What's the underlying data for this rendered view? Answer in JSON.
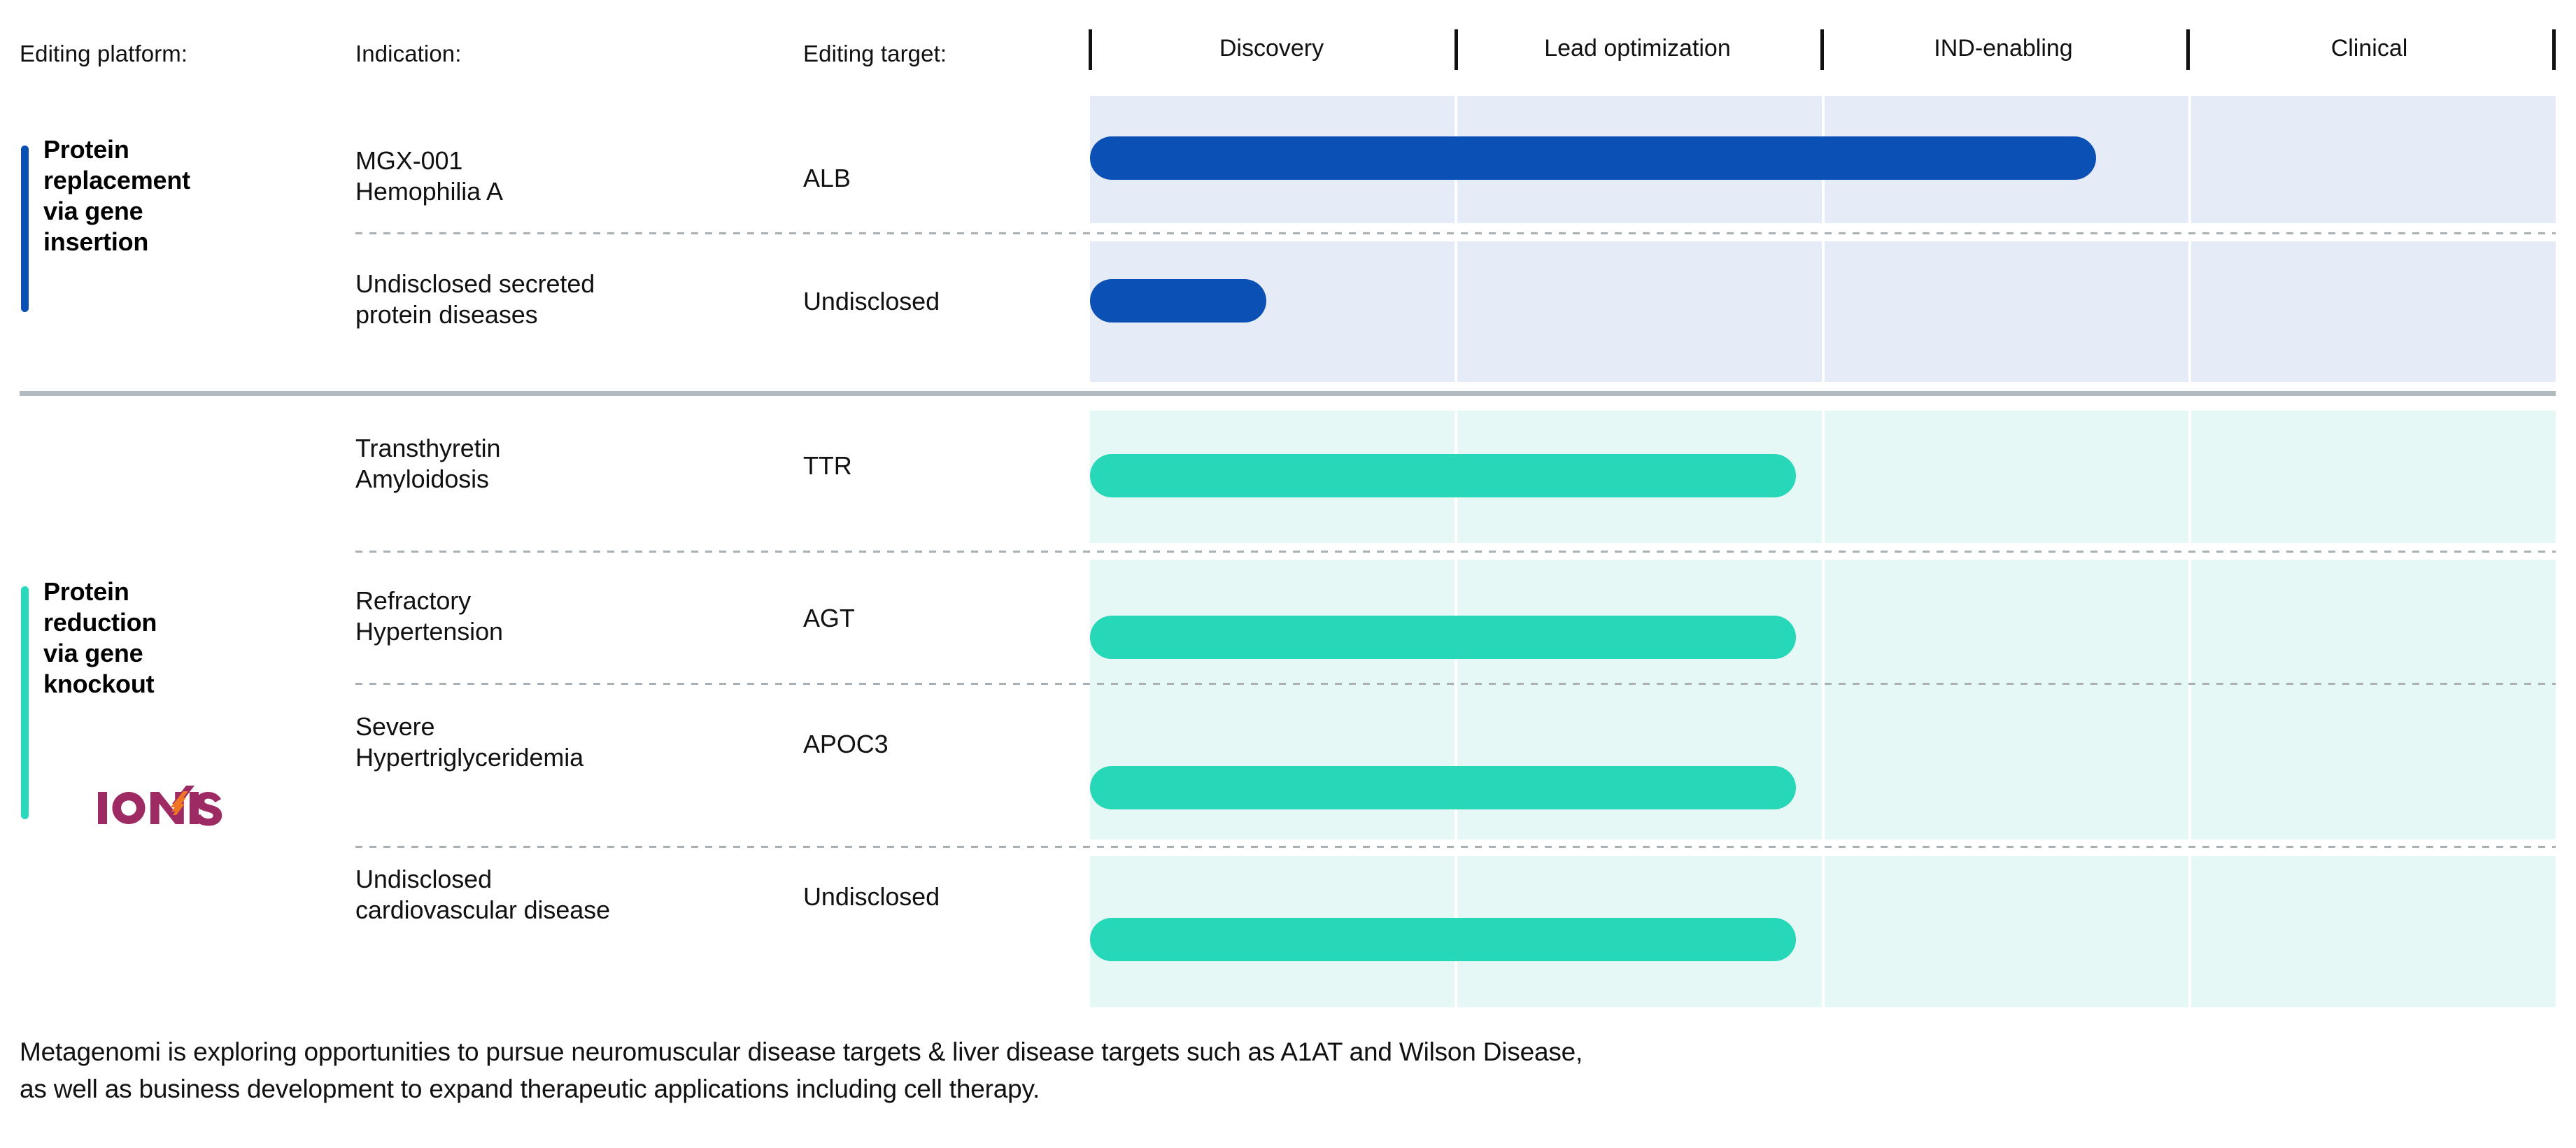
{
  "header": {
    "col_platform": "Editing platform:",
    "col_indication": "Indication:",
    "col_target": "Editing target:"
  },
  "chart_data": {
    "type": "bar",
    "title": "",
    "xlabel": "",
    "ylabel": "",
    "categories": [
      "Discovery",
      "Lead optimization",
      "IND-enabling",
      "Clinical"
    ],
    "phases": [
      {
        "label": "Discovery",
        "index": 0
      },
      {
        "label": "Lead optimization",
        "index": 1
      },
      {
        "label": "IND-enabling",
        "index": 2
      },
      {
        "label": "Clinical",
        "index": 3
      }
    ],
    "xlim": [
      0,
      4
    ],
    "grid": true,
    "legend": "none",
    "platforms": [
      {
        "name": "Protein replacement via gene insertion",
        "accent_color": "#0b51b5",
        "band_color": "#e6ecf7",
        "bar_color": "#0b51b5",
        "programs": [
          {
            "indication": "MGX-001\nHemophilia A",
            "indication_line1": "MGX-001",
            "indication_line2": "Hemophilia A",
            "target": "ALB",
            "progress": 2.74,
            "progress_label": "Through IND-enabling"
          },
          {
            "indication": "Undisclosed secreted protein diseases",
            "indication_line1": "Undisclosed secreted",
            "indication_line2": "protein diseases",
            "target": "Undisclosed",
            "progress": 0.48,
            "progress_label": "Discovery"
          }
        ]
      },
      {
        "name": "Protein reduction via gene knockout",
        "accent_color": "#2ad8bb",
        "band_color": "#e6f8f5",
        "bar_color": "#26d7b8",
        "programs": [
          {
            "indication": "Transthyretin Amyloidosis",
            "indication_line1": "Transthyretin",
            "indication_line2": "Amyloidosis",
            "target": "TTR",
            "progress": 1.92,
            "progress_label": "Lead optimization"
          },
          {
            "indication": "Refractory Hypertension",
            "indication_line1": "Refractory",
            "indication_line2": "Hypertension",
            "target": "AGT",
            "progress": 1.92,
            "progress_label": "Lead optimization"
          },
          {
            "indication": "Severe Hypertriglyceridemia",
            "indication_line1": "Severe",
            "indication_line2": "Hypertriglyceridemia",
            "target": "APOC3",
            "progress": 1.92,
            "progress_label": "Lead optimization"
          },
          {
            "indication": "Undisclosed cardiovascular disease",
            "indication_line1": "Undisclosed",
            "indication_line2": "cardiovascular disease",
            "target": "Undisclosed",
            "progress": 1.92,
            "progress_label": "Lead optimization"
          }
        ]
      }
    ]
  },
  "platform_a": {
    "title_line1": "Protein",
    "title_line2": "replacement",
    "title_line3": "via gene",
    "title_line4": "insertion"
  },
  "platform_b": {
    "title_line1": "Protein",
    "title_line2": "reduction",
    "title_line3": "via gene",
    "title_line4": "knockout"
  },
  "partner_logo": {
    "name": "IONIS",
    "text": "IONIS",
    "color": "#9e2a63",
    "accent_color": "#ef7622"
  },
  "rows": {
    "r1": {
      "ind1": "MGX-001",
      "ind2": "Hemophilia A",
      "target": "ALB"
    },
    "r2": {
      "ind1": "Undisclosed secreted",
      "ind2": "protein diseases",
      "target": "Undisclosed"
    },
    "r3": {
      "ind1": "Transthyretin",
      "ind2": "Amyloidosis",
      "target": "TTR"
    },
    "r4": {
      "ind1": "Refractory",
      "ind2": "Hypertension",
      "target": "AGT"
    },
    "r5": {
      "ind1": "Severe",
      "ind2": "Hypertriglyceridemia",
      "target": "APOC3"
    },
    "r6": {
      "ind1": "Undisclosed",
      "ind2": "cardiovascular disease",
      "target": "Undisclosed"
    }
  },
  "footnote": {
    "line1": "Metagenomi is exploring opportunities to pursue neuromuscular disease targets & liver disease targets such as A1AT and Wilson Disease,",
    "line2": "as well as business development to expand therapeutic applications including cell therapy."
  },
  "colors": {
    "blue": "#0b51b5",
    "blue_band": "#e6ecf7",
    "teal": "#26d7b8",
    "teal_band": "#e6f8f5",
    "separator": "#b1babe",
    "dotted": "#a9b1b6"
  }
}
